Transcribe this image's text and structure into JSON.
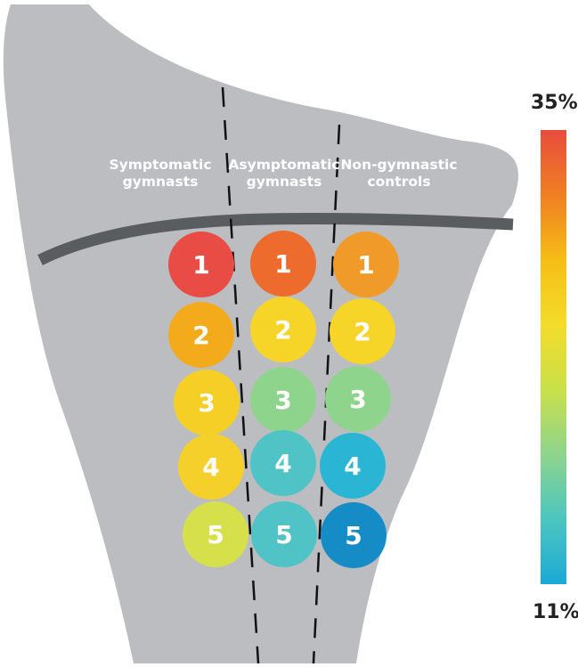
{
  "columns": [
    {
      "label_line1": "Symptomatic",
      "label_line2": "gymnasts"
    },
    {
      "label_line1": "Asymptomatic",
      "label_line2": "gymnasts"
    },
    {
      "label_line1": "Non-gymnastic",
      "label_line2": "controls"
    }
  ],
  "regions": [
    {
      "label": "1",
      "colors": [
        "#e94b45",
        "#ee6b2e",
        "#f09a2a"
      ]
    },
    {
      "label": "2",
      "colors": [
        "#f3ab1c",
        "#f6d528",
        "#f6d528"
      ]
    },
    {
      "label": "3",
      "colors": [
        "#f6cf26",
        "#8fd48c",
        "#8fd48c"
      ]
    },
    {
      "label": "4",
      "colors": [
        "#f6d02a",
        "#50c3c6",
        "#2ab5d4"
      ]
    },
    {
      "label": "5",
      "colors": [
        "#d6e04a",
        "#50c3c6",
        "#168cc7"
      ]
    }
  ],
  "scale": {
    "max_label": "35%",
    "min_label": "11%",
    "gradient_stops": [
      "#e84c3d",
      "#f07f22",
      "#f6bd16",
      "#f4dc2a",
      "#c9e04a",
      "#8ed48c",
      "#4cc6c0",
      "#1ba9d6"
    ]
  },
  "colors": {
    "bone": "#bbbdc1",
    "physis_line": "#5a5d60",
    "divider": "#111111"
  }
}
